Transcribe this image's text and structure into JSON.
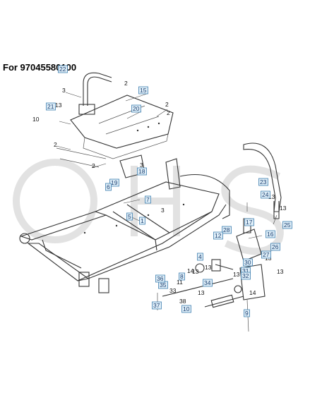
{
  "title": "For 97045580100",
  "plain_labels": [
    "3",
    "2",
    "13",
    "10",
    "2",
    "2",
    "2",
    "3",
    "2",
    "13",
    "3",
    "13",
    "14",
    "11",
    "13",
    "38",
    "33",
    "14",
    "13",
    "13",
    "13",
    "13",
    "13"
  ],
  "boxed_labels": [
    "22",
    "15",
    "21",
    "20",
    "19",
    "18",
    "6",
    "7",
    "5",
    "1",
    "23",
    "24",
    "25",
    "17",
    "16",
    "28",
    "12",
    "26",
    "27",
    "4",
    "30",
    "31",
    "34",
    "35",
    "36",
    "8",
    "32",
    "37",
    "10",
    "9"
  ]
}
